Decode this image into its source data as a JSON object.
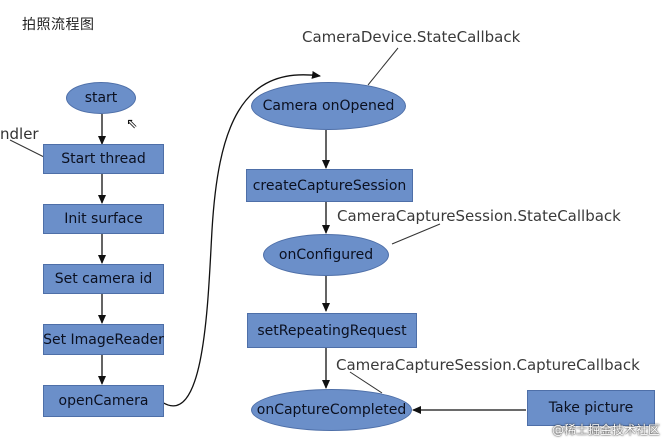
{
  "title": "拍照流程图",
  "cut_off_label": "ndler",
  "left_column": {
    "start": "start",
    "steps": [
      "Start thread",
      "Init surface",
      "Set camera id",
      "Set ImageReader",
      "openCamera"
    ]
  },
  "right_column": {
    "camera_opened": "Camera onOpened",
    "create_session": "createCaptureSession",
    "on_configured": "onConfigured",
    "set_repeating": "setRepeatingRequest",
    "on_capture_completed": "onCaptureCompleted",
    "take_picture": "Take picture"
  },
  "notes": {
    "state_callback": "CameraDevice.StateCallback",
    "session_state_callback": "CameraCaptureSession.StateCallback",
    "capture_callback": "CameraCaptureSession.CaptureCallback"
  },
  "watermark": "@稀土掘金技术社区",
  "colors": {
    "node_fill": "#6b8fc9",
    "node_border": "#4e6fa8",
    "arrow": "#111111"
  }
}
